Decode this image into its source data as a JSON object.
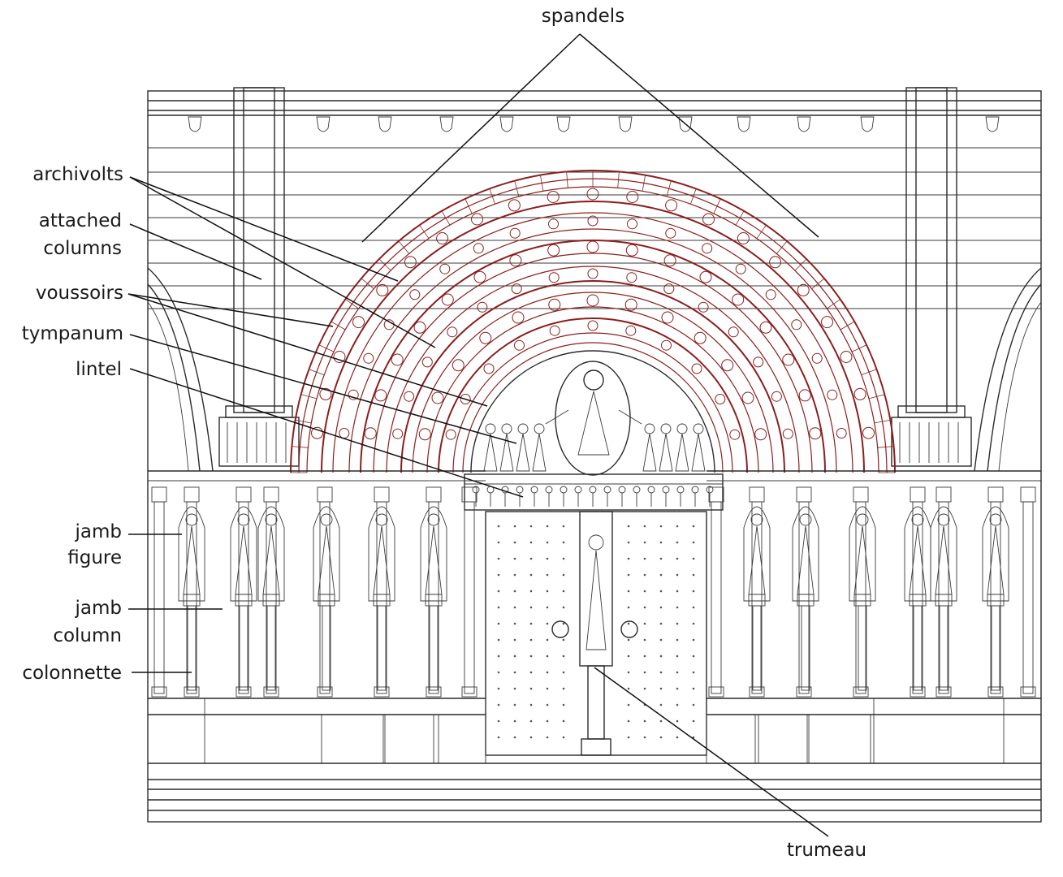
{
  "labels": {
    "spandels": "spandels",
    "archivolts": "archivolts",
    "attached_1": "attached",
    "attached_2": "columns",
    "voussoirs": "voussoirs",
    "tympanum": "tympanum",
    "lintel": "lintel",
    "jamb_figure_1": "jamb",
    "jamb_figure_2": "figure",
    "jamb_column_1": "jamb",
    "jamb_column_2": "column",
    "colonnette": "colonnette",
    "trumeau": "trumeau"
  },
  "colors": {
    "line": "#2a2a2a",
    "archivolt_highlight": "#8b1e1e",
    "background": "#ffffff"
  }
}
